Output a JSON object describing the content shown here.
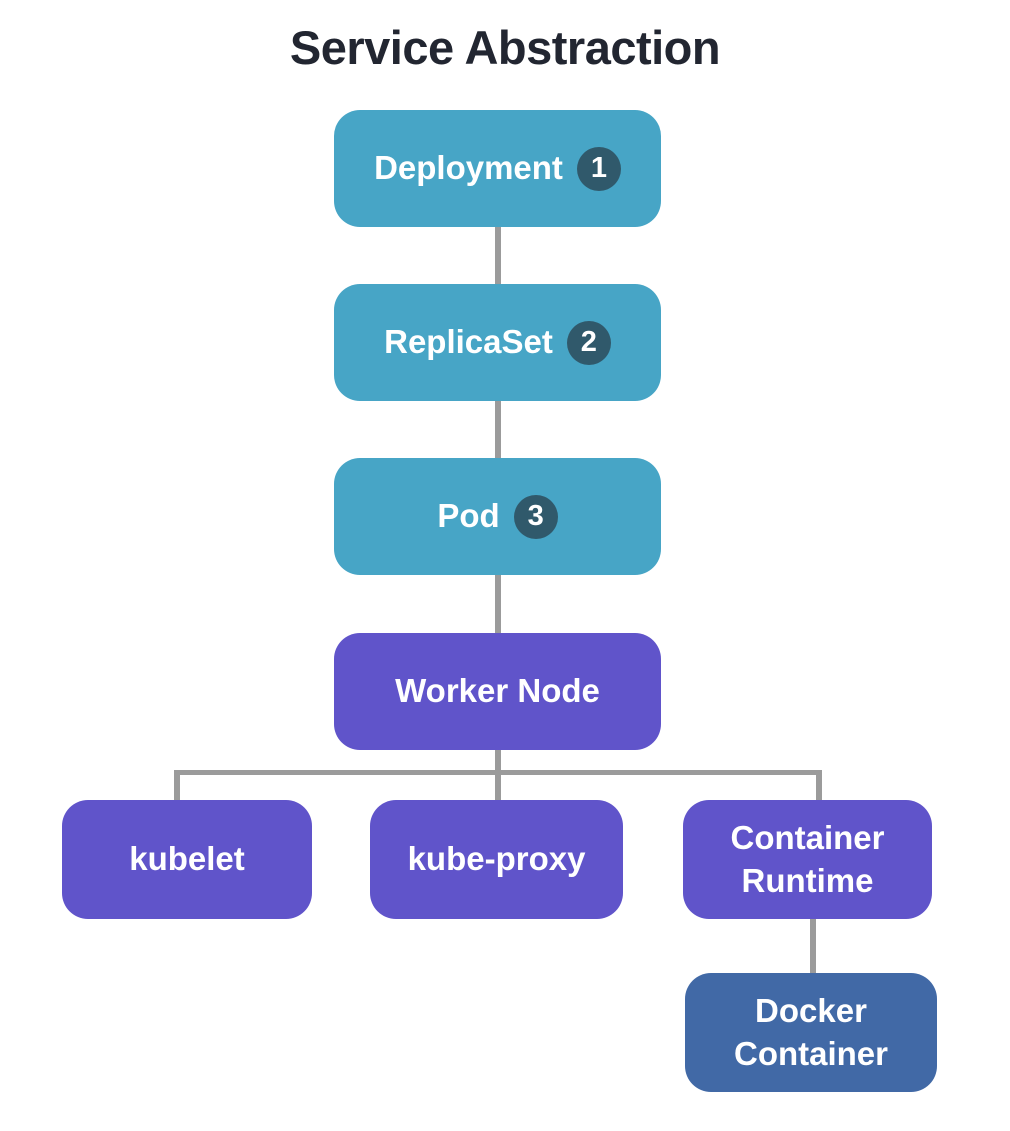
{
  "title": "Service Abstraction",
  "colors": {
    "teal": "#47A5C6",
    "purple": "#6054CA",
    "steel_blue": "#4169A6",
    "badge": "#30596B",
    "connector": "#9B9B9B",
    "title_text": "#222631",
    "node_text": "#FFFFFF",
    "bg": "#FFFFFF"
  },
  "nodes": {
    "deployment": {
      "label": "Deployment",
      "badge": "1",
      "color": "teal"
    },
    "replicaset": {
      "label": "ReplicaSet",
      "badge": "2",
      "color": "teal"
    },
    "pod": {
      "label": "Pod",
      "badge": "3",
      "color": "teal"
    },
    "worker_node": {
      "label": "Worker Node",
      "color": "purple"
    },
    "kubelet": {
      "label": "kubelet",
      "color": "purple"
    },
    "kube_proxy": {
      "label": "kube-proxy",
      "color": "purple"
    },
    "container_runtime": {
      "label": "Container Runtime",
      "color": "purple"
    },
    "docker_container": {
      "label": "Docker Container",
      "color": "steel_blue"
    }
  },
  "edges": [
    {
      "from": "deployment",
      "to": "replicaset"
    },
    {
      "from": "replicaset",
      "to": "pod"
    },
    {
      "from": "pod",
      "to": "worker_node"
    },
    {
      "from": "worker_node",
      "to": "kubelet"
    },
    {
      "from": "worker_node",
      "to": "kube_proxy"
    },
    {
      "from": "worker_node",
      "to": "container_runtime"
    },
    {
      "from": "container_runtime",
      "to": "docker_container"
    }
  ]
}
